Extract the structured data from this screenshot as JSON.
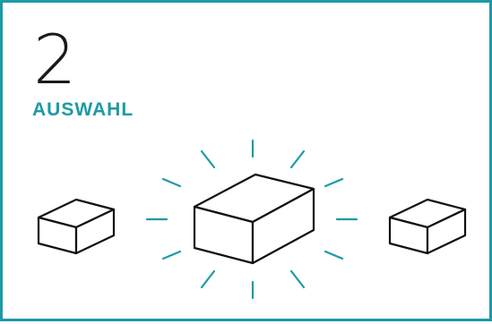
{
  "card": {
    "step_number": "2",
    "step_title": "Auswahl",
    "accent_color": "#1d9aa6",
    "line_color": "#111111"
  },
  "illustration": {
    "icons": [
      "box-icon-left",
      "box-icon-highlighted",
      "box-icon-right",
      "sparkle-rays-icon"
    ]
  }
}
